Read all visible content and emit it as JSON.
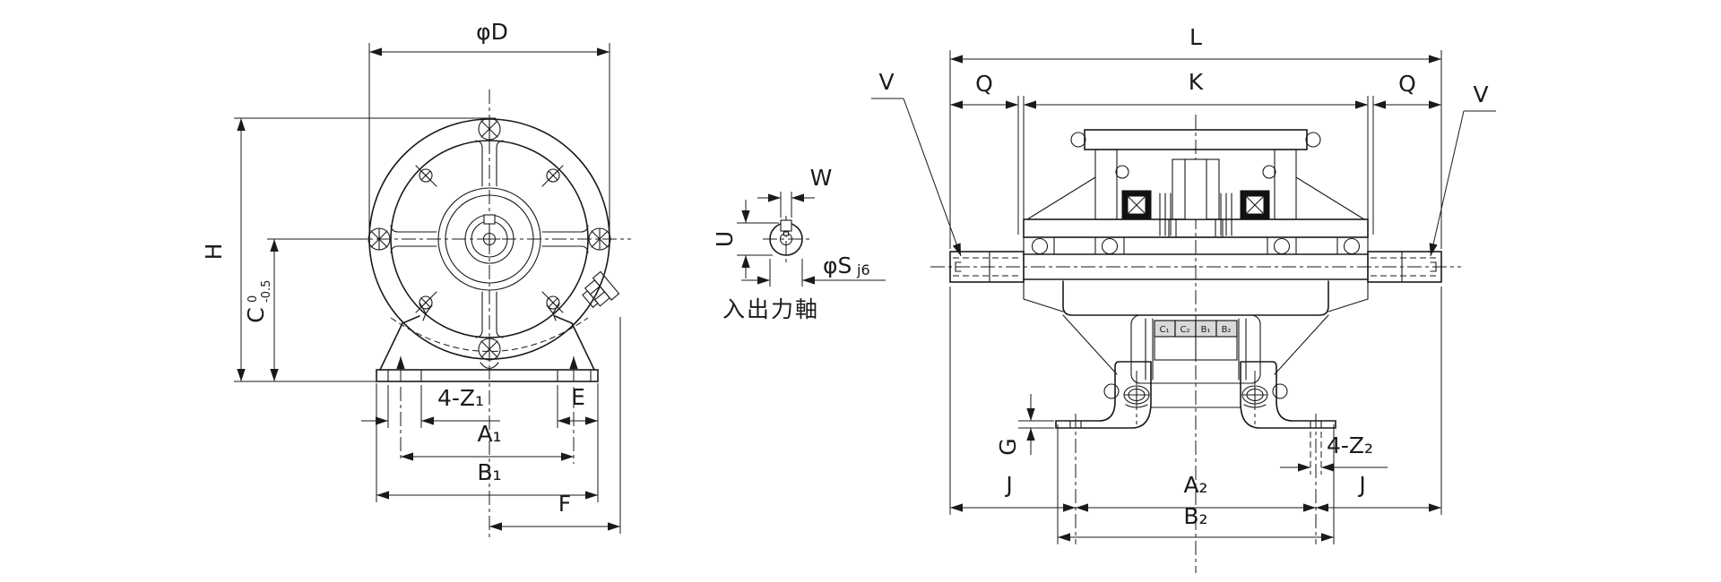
{
  "front_view": {
    "dims": {
      "d": "φD",
      "h": "H",
      "c": "C",
      "c_tol_top": "0",
      "c_tol_bottom": "-0.5",
      "z1": "4-Z₁",
      "e": "E",
      "a1": "A₁",
      "b1": "B₁",
      "f": "F"
    }
  },
  "shaft_detail": {
    "dims": {
      "w": "W",
      "u": "U",
      "s": "φS",
      "s_fit": "j6"
    },
    "caption": "入出力軸"
  },
  "side_view": {
    "dims": {
      "l": "L",
      "k": "K",
      "q_left": "Q",
      "q_right": "Q",
      "v_left": "V",
      "v_right": "V",
      "g": "G",
      "j_left": "J",
      "j_right": "J",
      "a2": "A₂",
      "b2": "B₂",
      "z2": "4-Z₂"
    },
    "terminals": [
      "C₁",
      "C₂",
      "B₁",
      "B₂"
    ]
  }
}
